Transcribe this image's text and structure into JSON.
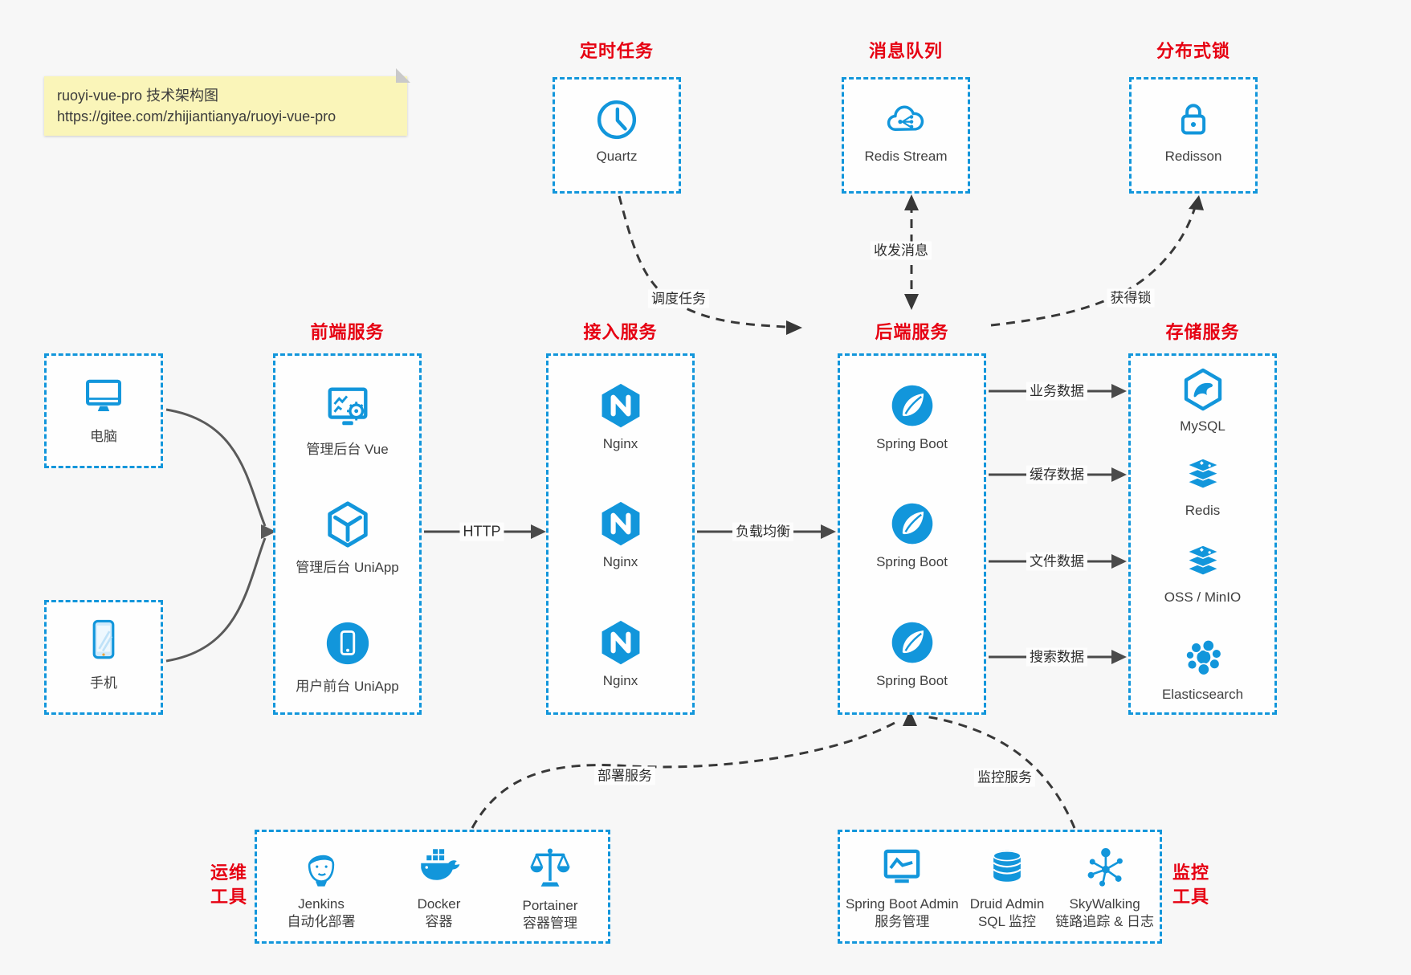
{
  "note": {
    "line1": "ruoyi-vue-pro 技术架构图",
    "line2": "https://gitee.com/zhijiantianya/ruoyi-vue-pro"
  },
  "palette": {
    "accent_blue": "#1296db",
    "title_red": "#e60012",
    "note_yellow": "#faf5b9",
    "solid_arrow_gray": "#4a4a4a",
    "dashed_arrow_dark": "#383838"
  },
  "top_sections": [
    {
      "title": "定时任务",
      "items": [
        {
          "label": "Quartz",
          "icon": "clock-icon"
        }
      ]
    },
    {
      "title": "消息队列",
      "items": [
        {
          "label": "Redis Stream",
          "icon": "cloud-network-icon"
        }
      ]
    },
    {
      "title": "分布式锁",
      "items": [
        {
          "label": "Redisson",
          "icon": "lock-icon"
        }
      ]
    }
  ],
  "devices": [
    {
      "label": "电脑",
      "icon": "desktop-icon"
    },
    {
      "label": "手机",
      "icon": "smartphone-icon"
    }
  ],
  "sections": {
    "frontend": {
      "title": "前端服务",
      "items": [
        {
          "label": "管理后台 Vue",
          "icon": "admin-vue-icon"
        },
        {
          "label": "管理后台 UniApp",
          "icon": "uniapp-cube-icon"
        },
        {
          "label": "用户前台 UniApp",
          "icon": "user-uniapp-icon"
        }
      ]
    },
    "access": {
      "title": "接入服务",
      "items": [
        {
          "label": "Nginx",
          "icon": "nginx-icon"
        },
        {
          "label": "Nginx",
          "icon": "nginx-icon"
        },
        {
          "label": "Nginx",
          "icon": "nginx-icon"
        }
      ]
    },
    "backend": {
      "title": "后端服务",
      "items": [
        {
          "label": "Spring Boot",
          "icon": "spring-boot-icon"
        },
        {
          "label": "Spring Boot",
          "icon": "spring-boot-icon"
        },
        {
          "label": "Spring Boot",
          "icon": "spring-boot-icon"
        }
      ]
    },
    "storage": {
      "title": "存储服务",
      "items": [
        {
          "label": "MySQL",
          "icon": "mysql-icon"
        },
        {
          "label": "Redis",
          "icon": "redis-stack-icon"
        },
        {
          "label": "OSS / MinIO",
          "icon": "storage-stack-icon"
        },
        {
          "label": "Elasticsearch",
          "icon": "elasticsearch-icon"
        }
      ]
    }
  },
  "edge_labels": {
    "http": "HTTP",
    "load_balance": "负载均衡",
    "schedule": "调度任务",
    "messaging": "收发消息",
    "acquire_lock": "获得锁",
    "business_data": "业务数据",
    "cache_data": "缓存数据",
    "file_data": "文件数据",
    "search_data": "搜索数据",
    "deploy": "部署服务",
    "monitor": "监控服务"
  },
  "bottom_sections": [
    {
      "title_line1": "运维",
      "title_line2": "工具",
      "items": [
        {
          "label": "Jenkins",
          "sublabel": "自动化部署",
          "icon": "jenkins-icon"
        },
        {
          "label": "Docker",
          "sublabel": "容器",
          "icon": "docker-whale-icon"
        },
        {
          "label": "Portainer",
          "sublabel": "容器管理",
          "icon": "scales-icon"
        }
      ]
    },
    {
      "title_line1": "监控",
      "title_line2": "工具",
      "items": [
        {
          "label": "Spring Boot Admin",
          "sublabel": "服务管理",
          "icon": "chart-monitor-icon"
        },
        {
          "label": "Druid Admin",
          "sublabel": "SQL 监控",
          "icon": "database-icon"
        },
        {
          "label": "SkyWalking",
          "sublabel": "链路追踪 & 日志",
          "icon": "topology-icon"
        }
      ]
    }
  ]
}
